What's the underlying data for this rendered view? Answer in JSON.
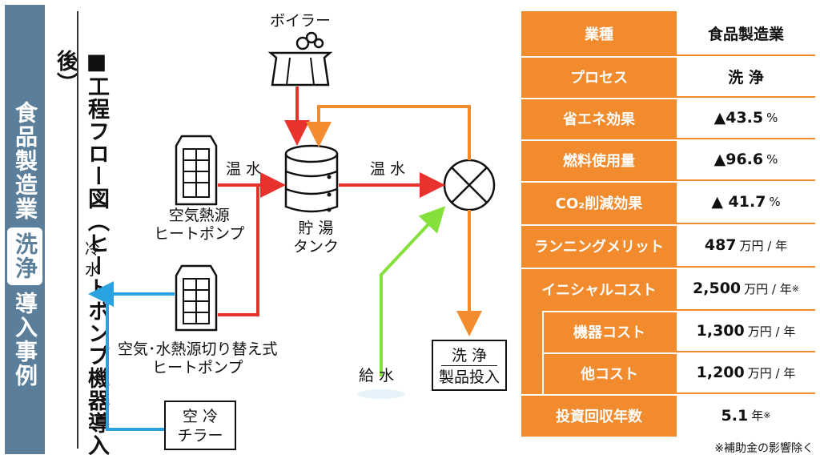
{
  "title": {
    "line": "食品製造業",
    "badge": "洗浄",
    "tail": "導入事例"
  },
  "flow_title": "■工程フロー図（ヒートポンプ機器導入後）",
  "nodes": {
    "boiler": "ボイラー",
    "air_hp": [
      "空気熱源",
      "ヒートポンプ"
    ],
    "switch_hp": [
      "空気･水熱源切り替え式",
      "ヒートポンプ"
    ],
    "tank": [
      "貯 湯",
      "タンク"
    ],
    "chiller": [
      "空 冷",
      "チラー"
    ],
    "wash": [
      "洗 浄",
      "製品投入"
    ]
  },
  "flows": {
    "hot1": "温 水",
    "hot2": "温 水",
    "cold": [
      "冷",
      "水"
    ],
    "feed": "給 水"
  },
  "colors": {
    "hot": "#e8322d",
    "return": "#f28b2e",
    "cold": "#2aa3e0",
    "feed": "#86e03c",
    "table": "#f28b2e",
    "title": "#5b7f9a"
  },
  "table": [
    {
      "key": "業種",
      "value": "食品製造業",
      "unit": "",
      "mark": ""
    },
    {
      "key": "プロセス",
      "value": "洗 浄",
      "unit": "",
      "mark": ""
    },
    {
      "key": "省エネ効果",
      "value": "▲43.5",
      "unit": "%",
      "mark": ""
    },
    {
      "key": "燃料使用量",
      "value": "▲96.6",
      "unit": "%",
      "mark": ""
    },
    {
      "key": "CO₂削減効果",
      "value": "▲ 41.7",
      "unit": "%",
      "mark": ""
    },
    {
      "key": "ランニングメリット",
      "value": "487",
      "unit": "万円 / 年",
      "mark": ""
    },
    {
      "key": "イニシャルコスト",
      "value": "2,500",
      "unit": "万円 / 年",
      "mark": "※"
    },
    {
      "key": "機器コスト",
      "value": "1,300",
      "unit": "万円 / 年",
      "mark": ""
    },
    {
      "key": "他コスト",
      "value": "1,200",
      "unit": "万円 / 年",
      "mark": ""
    },
    {
      "key": "投資回収年数",
      "value": "5.1",
      "unit": "年",
      "mark": "※"
    }
  ],
  "note": "※補助金の影響除く"
}
